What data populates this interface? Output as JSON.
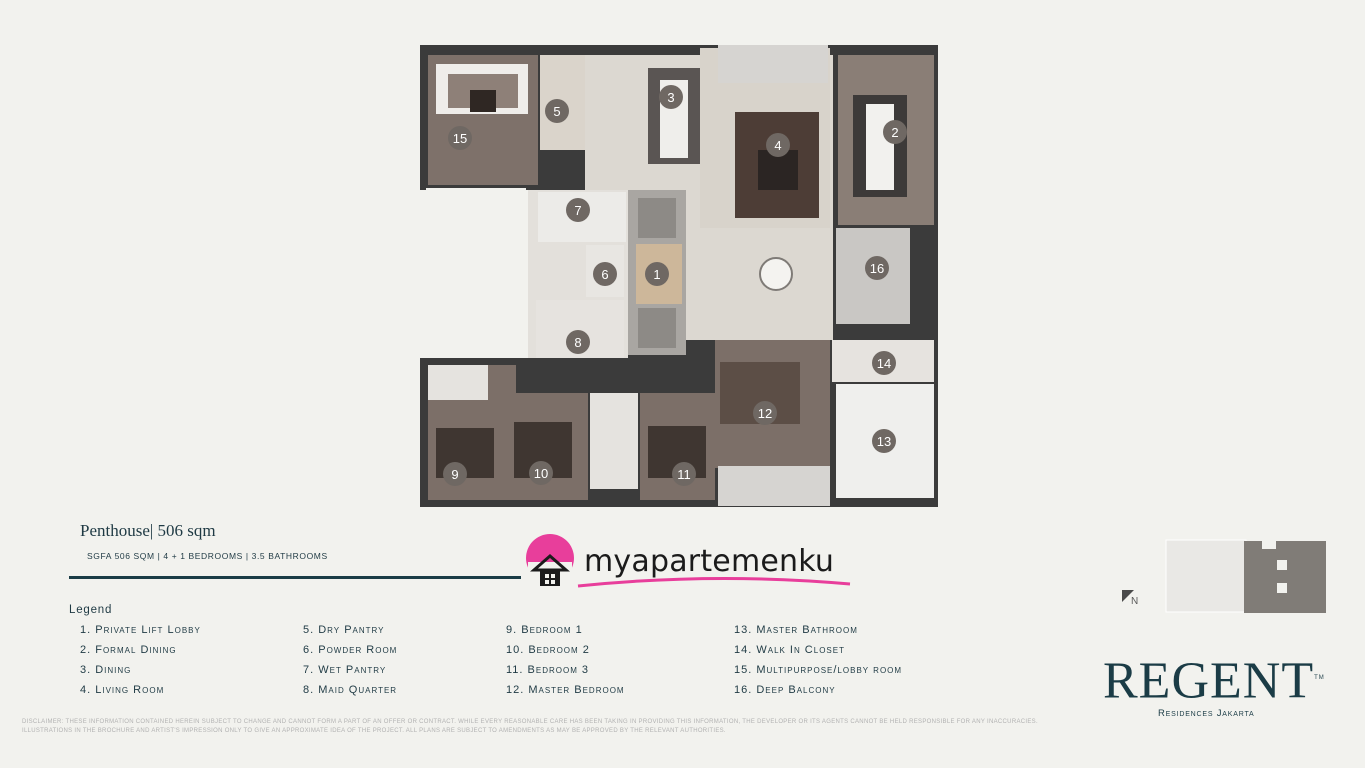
{
  "plan": {
    "title": "Penthouse| 506 sqm",
    "subtitle": "SGFA 506 SQM | 4 + 1 Bedrooms | 3.5 Bathrooms"
  },
  "rooms": [
    {
      "number": "1"
    },
    {
      "number": "2"
    },
    {
      "number": "3"
    },
    {
      "number": "4"
    },
    {
      "number": "5"
    },
    {
      "number": "6"
    },
    {
      "number": "7"
    },
    {
      "number": "8"
    },
    {
      "number": "9"
    },
    {
      "number": "10"
    },
    {
      "number": "11"
    },
    {
      "number": "12"
    },
    {
      "number": "13"
    },
    {
      "number": "14"
    },
    {
      "number": "15"
    },
    {
      "number": "16"
    }
  ],
  "watermark": {
    "brand": "myapartemenku",
    "brand_color": "#e83e9b"
  },
  "legend": {
    "title": "Legend",
    "items": [
      "1. Private Lift Lobby",
      "2. Formal Dining",
      "3. Dining",
      "4. Living Room",
      "5. Dry Pantry",
      "6. Powder Room",
      "7. Wet Pantry",
      "8. Maid Quarter",
      "9. Bedroom 1",
      "10. Bedroom 2",
      "11. Bedroom 3",
      "12. Master Bedroom",
      "13. Master Bathroom",
      "14. Walk In Closet",
      "15. Multipurpose/lobby room",
      "16. Deep Balcony"
    ]
  },
  "compass": {
    "label": "N"
  },
  "brand_logo": {
    "name": "REGENT",
    "tm": "TM",
    "tagline": "Residences Jakarta"
  },
  "disclaimer": "Disclaimer: These information contained herein subject to change and cannot form a part of an offer or contract. While every reasonable care has been taking in providing this information, the developer or its agents cannot be held responsible for any inaccuracies. Illustrations in the brochure and artist's impression only to give an approximate idea of the project. all plans are subject to amendments as may be approved by the relevant authorities.",
  "colors": {
    "background": "#f2f2ee",
    "wall": "#3a3a3a",
    "wood_floor": "#7d7068",
    "light_floor": "#d9d5cf",
    "marker": "#6f6863",
    "accent_dark": "#1b3c46"
  }
}
